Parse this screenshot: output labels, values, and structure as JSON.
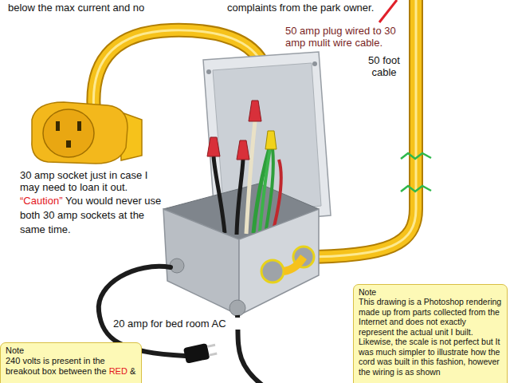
{
  "diagram": {
    "nodes": [
      {
        "text": [
          "Note",
          "This drawing is a Photoshop rendering made up from parts collected from the Internet and does not exactly represent the actual unit I built. Likewise, the scale is not perfect but It was much simpler to illustrate how the cord was built in this fashion, however the wiring is as shown"
        ]
      },
      {
        "text": [
          "Note",
          "240 volts is present in the breakout box between the",
          "RED",
          "&"
        ]
      }
    ],
    "labels": [
      "below the max current and no",
      "complaints from the park owner.",
      "50 amp plug wired to 30 amp mulit wire cable.",
      "50 foot cable",
      "30 amp socket just in case I may need to loan it out.",
      "“Caution”",
      "You would never use both 30 amp sockets at the same time.",
      "20 amp for bed room AC"
    ]
  }
}
